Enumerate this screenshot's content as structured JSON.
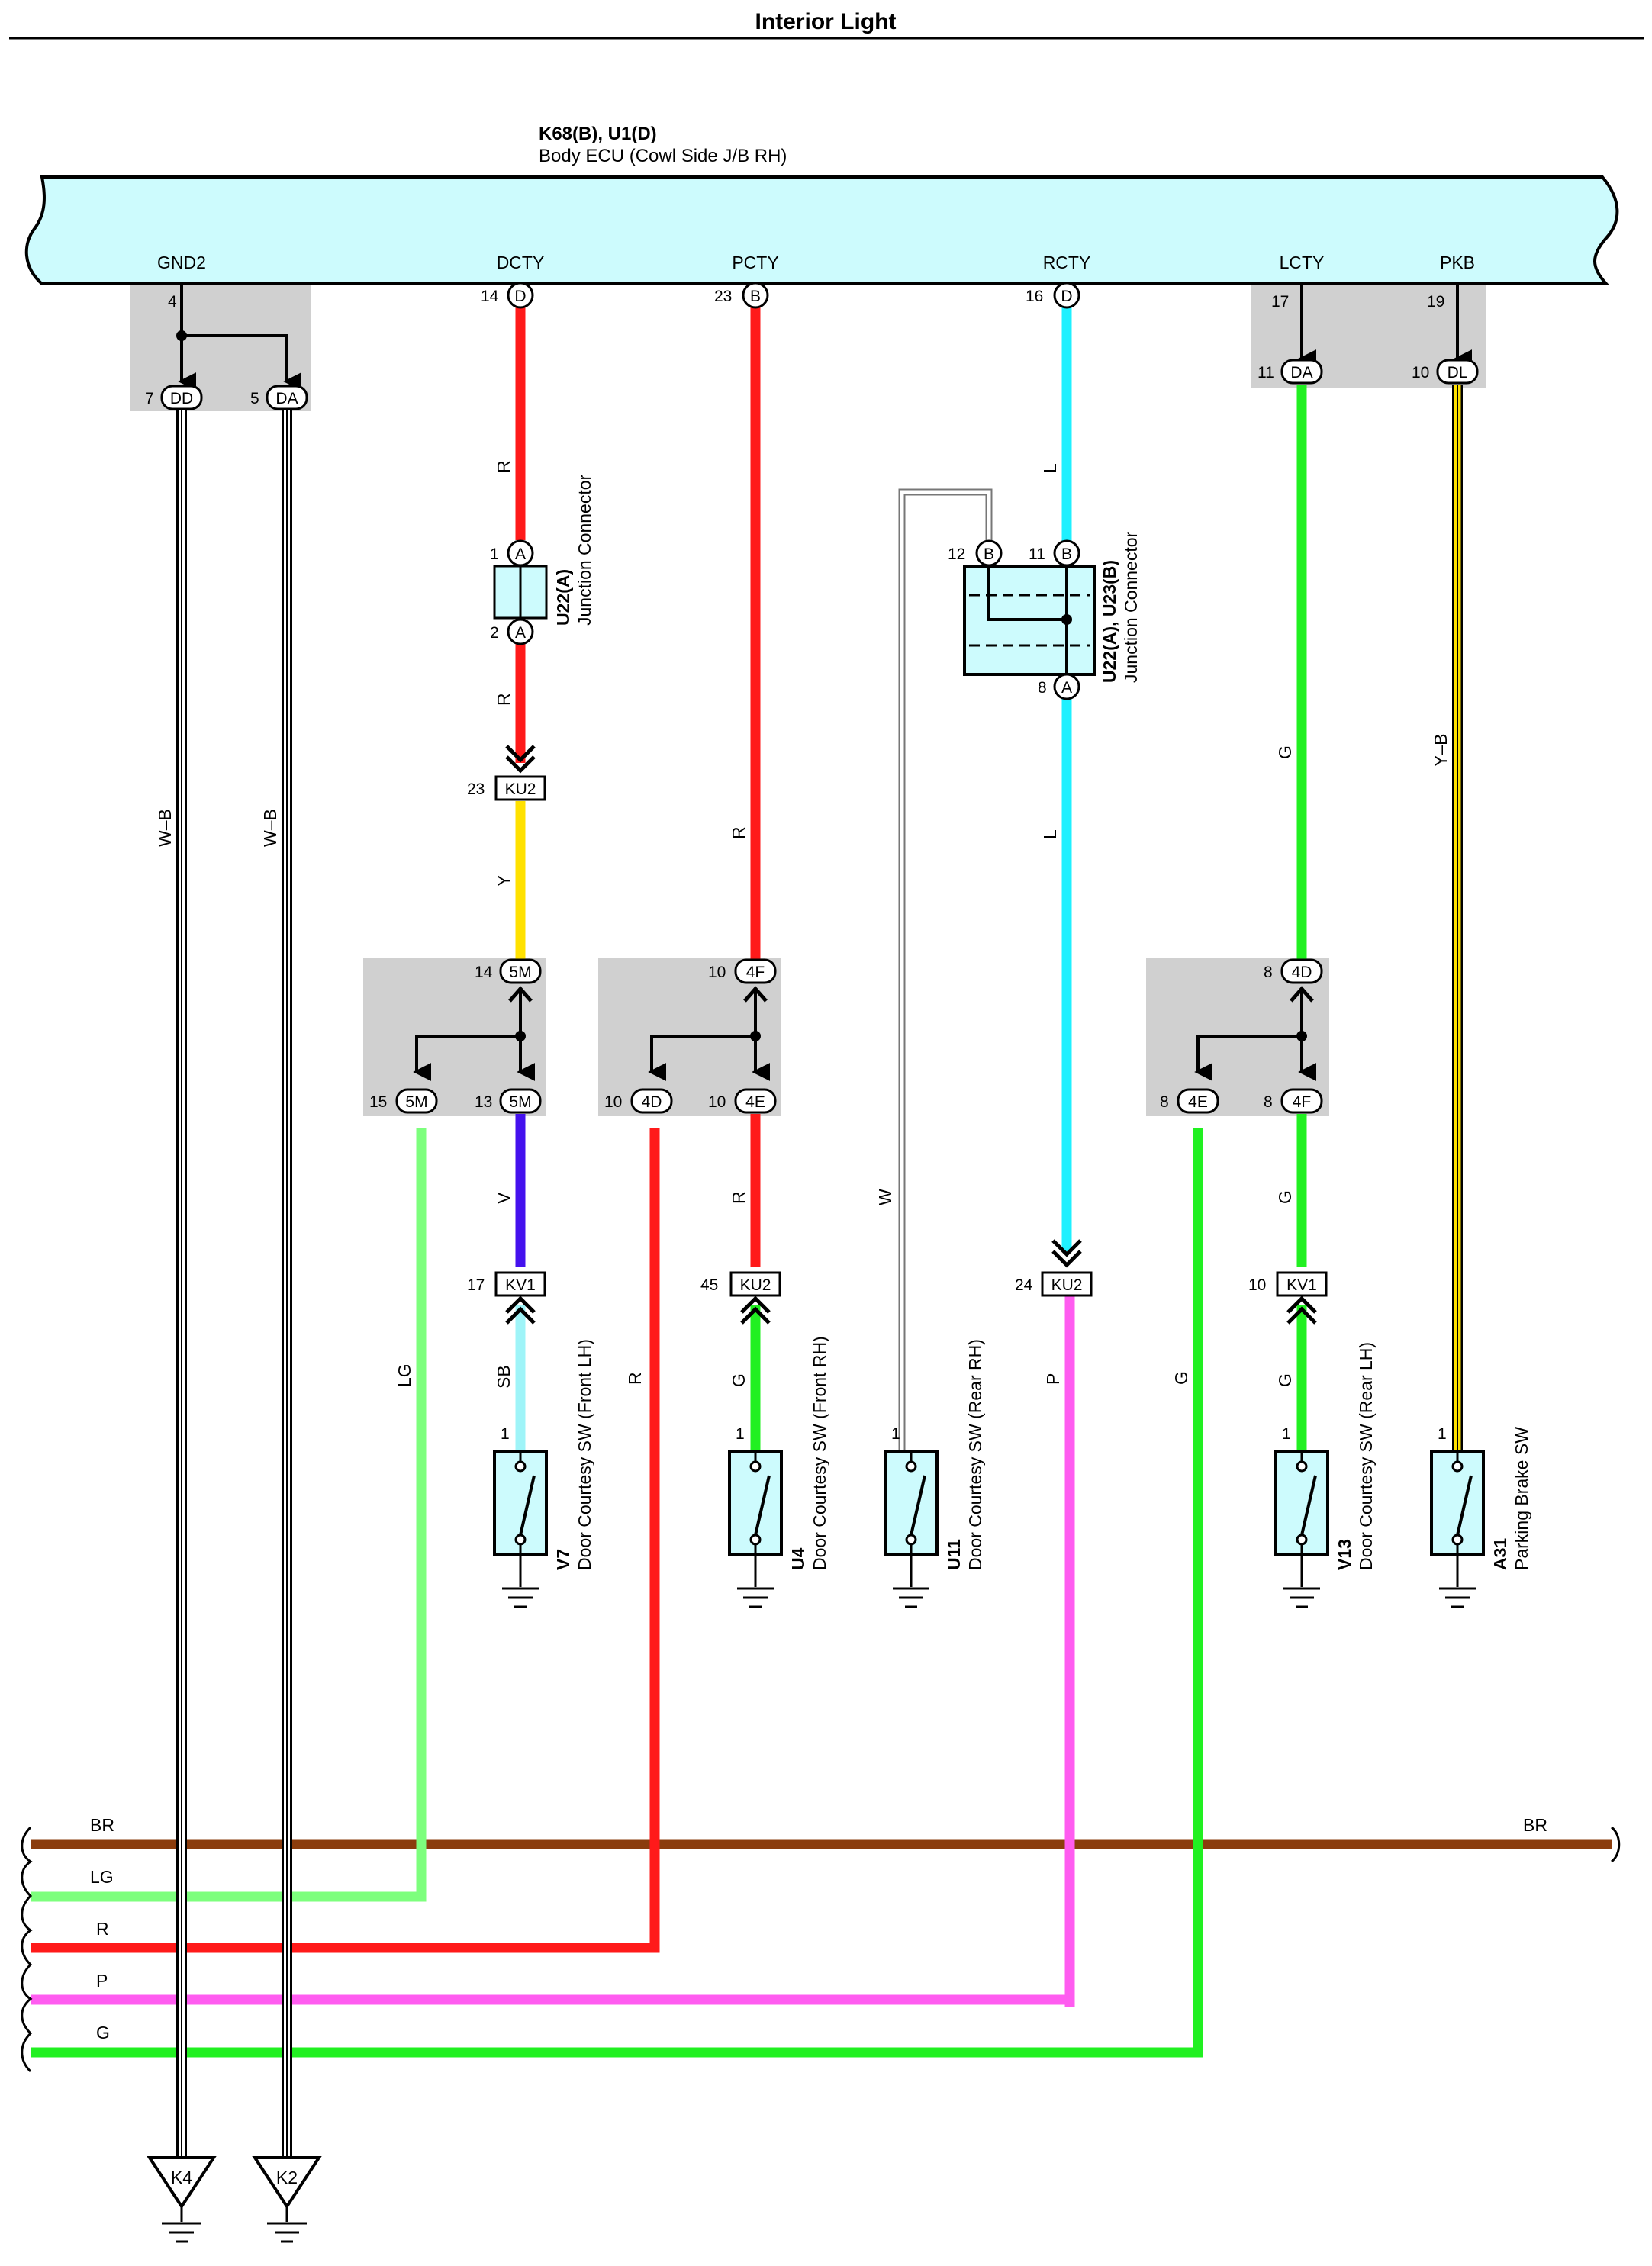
{
  "title": "Interior Light",
  "ecu": {
    "code": "K68(B), U1(D)",
    "name": "Body ECU (Cowl Side J/B RH)"
  },
  "terminals": {
    "gnd2": "GND2",
    "dcty": "DCTY",
    "pcty": "PCTY",
    "rcty": "RCTY",
    "lcty": "LCTY",
    "pkb": "PKB"
  },
  "pins": {
    "gnd_top": "4",
    "gnd_left": "7",
    "gnd_right": "5",
    "dcty": "14",
    "pcty": "23",
    "rcty": "16",
    "lcty_top": "17",
    "pkb_top": "19",
    "lcty_bottom": "11",
    "pkb_bottom": "10",
    "u22_pin1": "1",
    "u22_pin2": "2",
    "j_pin12": "12",
    "j_pin11": "11",
    "j_pin8": "8",
    "ku2_23": "23",
    "s5m_top": "14",
    "s5m_left": "15",
    "s5m_right": "13",
    "s4f_top": "10",
    "s4d": "10",
    "s4e_mid": "10",
    "s4d_top": "8",
    "s4e_right": "8",
    "s4f_right": "8",
    "kv1_17": "17",
    "ku2_45": "45",
    "ku2_24": "24",
    "kv1_10": "10",
    "sw_v7": "1",
    "sw_u4": "1",
    "sw_u11": "1",
    "sw_v13": "1",
    "sw_a31": "1"
  },
  "connectors": {
    "dd": "DD",
    "da": "DA",
    "d": "D",
    "b": "B",
    "dl": "DL",
    "a": "A",
    "ku2": "KU2",
    "kv1": "KV1",
    "c5m": "5M",
    "c4f": "4F",
    "c4d": "4D",
    "c4e": "4E"
  },
  "wires": {
    "wb": "W–B",
    "r": "R",
    "y": "Y",
    "v": "V",
    "sb": "SB",
    "lg": "LG",
    "g": "G",
    "l": "L",
    "w": "W",
    "p": "P",
    "yb": "Y–B",
    "br": "BR"
  },
  "components": {
    "u22": {
      "code": "U22(A)",
      "name": "Junction Connector"
    },
    "u22u23": {
      "code": "U22(A), U23(B)",
      "name": "Junction Connector"
    },
    "v7": {
      "code": "V7",
      "name": "Door Courtesy SW (Front LH)"
    },
    "u4": {
      "code": "U4",
      "name": "Door Courtesy SW (Front RH)"
    },
    "u11": {
      "code": "U11",
      "name": "Door Courtesy SW (Rear RH)"
    },
    "v13": {
      "code": "V13",
      "name": "Door Courtesy SW (Rear LH)"
    },
    "a31": {
      "code": "A31",
      "name": "Parking Brake SW"
    }
  },
  "grounds": {
    "k4": "K4",
    "k2": "K2"
  },
  "colors": {
    "red": "#ff1a1a",
    "cyan": "#1ff0ff",
    "green": "#21f021",
    "lightgreen": "#7dff7d",
    "lightblue": "#9ff4f8",
    "violet": "#4411ee",
    "yellow": "#ffe100",
    "pink": "#ff5cf0",
    "brown": "#8b3d0d",
    "ecu_fill": "#cdfbfd",
    "splice_gray": "#d0d0d0"
  }
}
